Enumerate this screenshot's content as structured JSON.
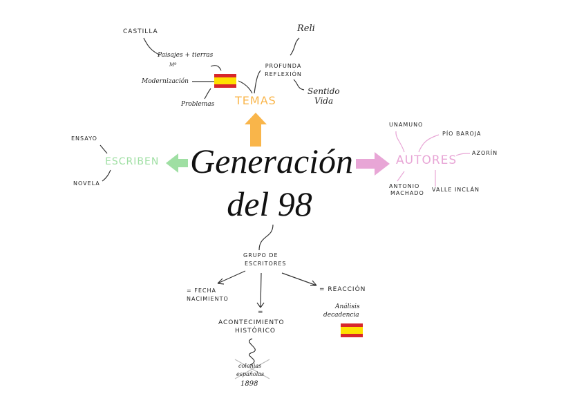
{
  "title": {
    "line1": "Generación",
    "line2": "del 98"
  },
  "colors": {
    "temas": "#f9b54a",
    "escriben": "#9fdfa3",
    "autores": "#e8a6d6",
    "flag_red": "#d8262b",
    "flag_yellow": "#ffe000"
  },
  "temas": {
    "label": "TEMAS",
    "items": {
      "castilla": "CASTILLA",
      "paisajes": "Paisajes + tierras",
      "mo": "Mº",
      "modernizacion": "Modernización",
      "problemas": "Problemas",
      "profunda": "PROFUNDA REFLEXIÓN",
      "reli": "Reli",
      "sentido": "Sentido",
      "vida": "Vida"
    }
  },
  "escriben": {
    "label": "ESCRIBEN",
    "items": [
      "ENSAYO",
      "NOVELA"
    ]
  },
  "autores": {
    "label": "AUTORES",
    "items": [
      "UNAMUNO",
      "PÍO BAROJA",
      "AZORÍN",
      "ANTONIO",
      "MACHADO",
      "VALLE INCLÁN"
    ]
  },
  "grupo": {
    "label1": "GRUPO DE",
    "label2": "ESCRITORES",
    "fecha1": "= FECHA",
    "fecha2": "NACIMIENTO",
    "aconte_eq": "=",
    "aconte1": "ACONTECIMIENTO",
    "aconte2": "HISTÓRICO",
    "colonias1": "colonias",
    "colonias2": "españolas",
    "year": "1898",
    "reaccion": "= REACCIÓN",
    "analisis": "Análisis",
    "decadencia": "decadencia"
  }
}
